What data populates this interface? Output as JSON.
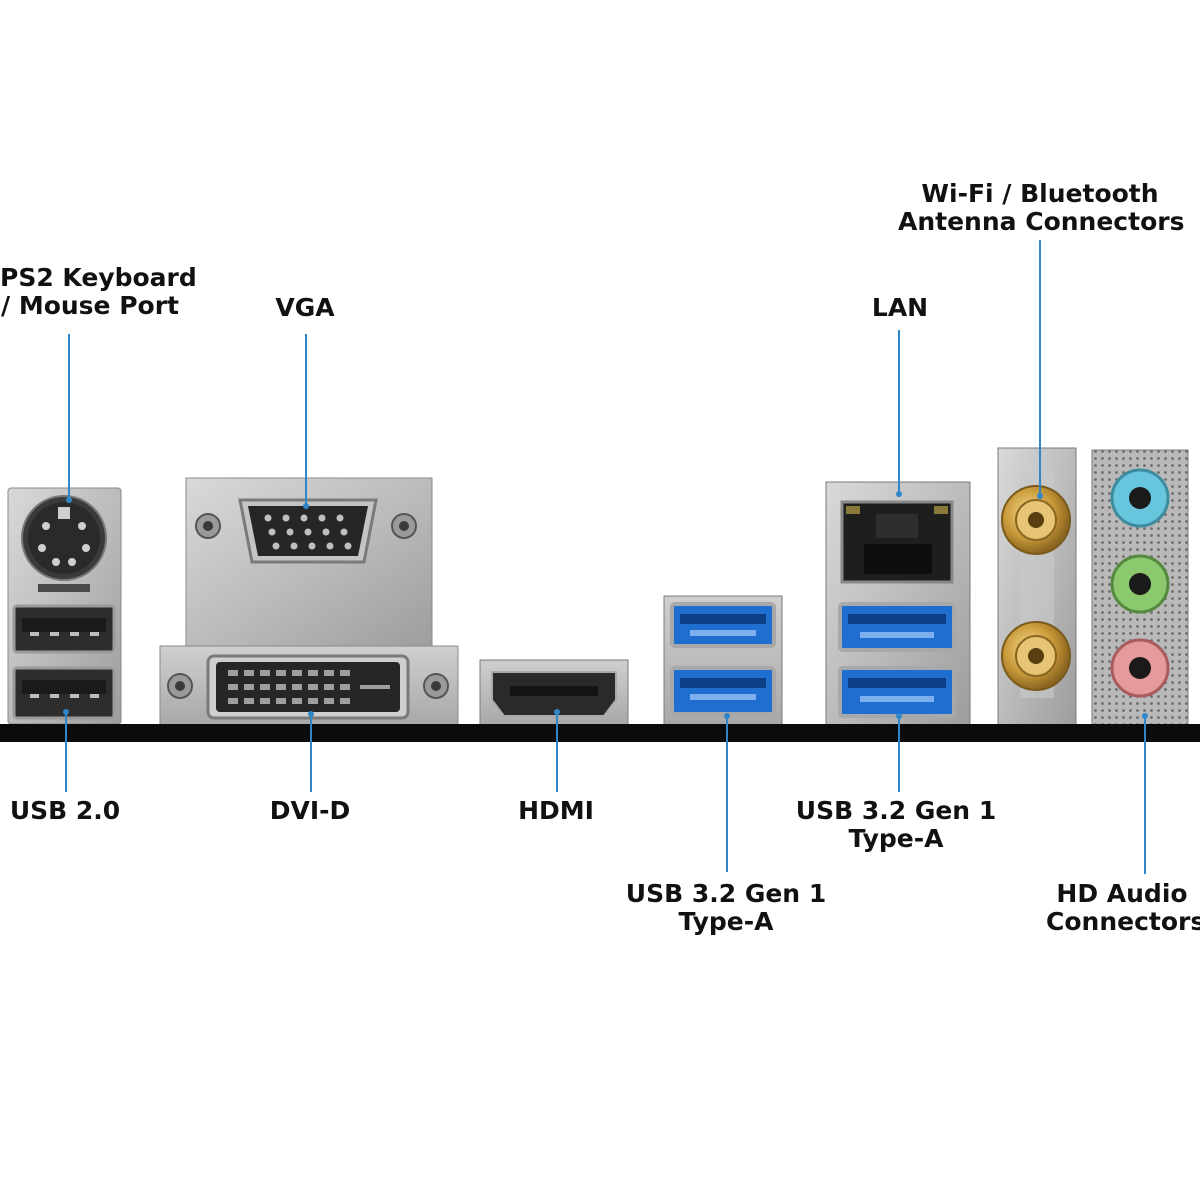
{
  "colors": {
    "leader_line": "#2f86c8",
    "usb3_blue": "#1f6fd1",
    "audio_blue": "#67c6dd",
    "audio_green": "#8cc86e",
    "audio_pink": "#e79a9a",
    "antenna_gold": "#d4a94a",
    "baseline": "#0b0b0b"
  },
  "labels": {
    "ps2": [
      "PS2 Keyboard",
      "/ Mouse Port"
    ],
    "vga": [
      "VGA"
    ],
    "lan": [
      "LAN"
    ],
    "wifi": [
      "Wi-Fi / Bluetooth",
      "Antenna Connectors"
    ],
    "usb2": [
      "USB 2.0"
    ],
    "dvid": [
      "DVI-D"
    ],
    "hdmi": [
      "HDMI"
    ],
    "usb3_mid": [
      "USB 3.2 Gen 1",
      "Type-A"
    ],
    "usb3_lan": [
      "USB 3.2 Gen 1",
      "Type-A"
    ],
    "hd_audio": [
      "HD Audio",
      "Connectors"
    ]
  },
  "icons": [
    "ps2-port-icon",
    "usb2-port-icon",
    "vga-port-icon",
    "dvi-port-icon",
    "hdmi-port-icon",
    "usb3-port-icon",
    "rj45-port-icon",
    "antenna-connector-icon",
    "audio-jack-icon"
  ]
}
